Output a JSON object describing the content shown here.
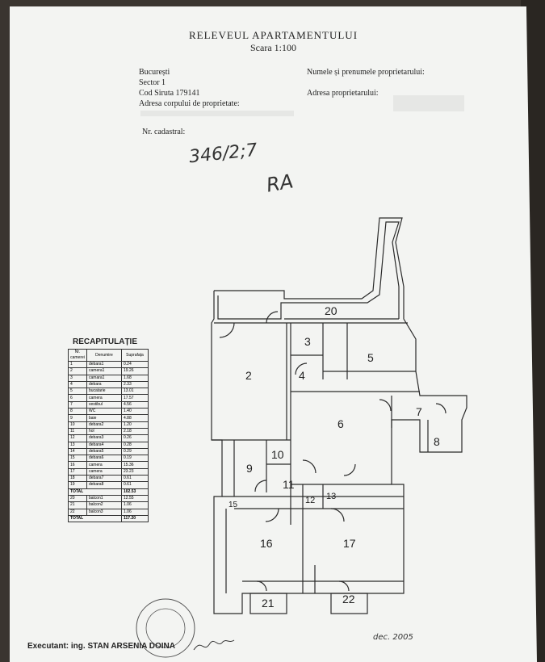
{
  "header": {
    "title": "RELEVEUL APARTAMENTULUI",
    "scale": "Scara 1:100",
    "city": "București",
    "sector": "Sector 1",
    "siruta": "Cod Siruta 179141",
    "building_address_label": "Adresa corpului de proprietate:",
    "cadastral_label": "Nr. cadastral:",
    "owner_name_label": "Numele și prenumele proprietarului:",
    "owner_address_label": "Adresa proprietarului:"
  },
  "handwritten": {
    "number": "346/2;7",
    "initials": "RA",
    "date": "dec. 2005"
  },
  "recap": {
    "title": "RECAPITULAȚIE",
    "headers": [
      "Nr. camerei",
      "Denumire",
      "Suprafața"
    ],
    "rows": [
      [
        "1",
        "debara1",
        "0.24"
      ],
      [
        "2",
        "camera1",
        "19.26"
      ],
      [
        "3",
        "camara1",
        "1.68"
      ],
      [
        "4",
        "debara",
        "2.33"
      ],
      [
        "5",
        "bucatarie",
        "13.01"
      ],
      [
        "6",
        "camera",
        "17.57"
      ],
      [
        "7",
        "vestibul",
        "4.56"
      ],
      [
        "8",
        "WC",
        "1.40"
      ],
      [
        "9",
        "baie",
        "4.88"
      ],
      [
        "10",
        "debara2",
        "1.20"
      ],
      [
        "11",
        "hol",
        "2.18"
      ],
      [
        "12",
        "debara3",
        "0.26"
      ],
      [
        "13",
        "debara4",
        "0.28"
      ],
      [
        "14",
        "debara5",
        "0.29"
      ],
      [
        "15",
        "debara6",
        "0.19"
      ],
      [
        "16",
        "camera",
        "15.36"
      ],
      [
        "17",
        "camera",
        "23.23"
      ],
      [
        "18",
        "debara7",
        "0.61"
      ],
      [
        "19",
        "debara8",
        "0.61"
      ]
    ],
    "total1_label": "TOTAL",
    "total1_value": "102.53",
    "balcony_rows": [
      [
        "20",
        "balcon1",
        "12.55"
      ],
      [
        "21",
        "balcon2",
        "1.06"
      ],
      [
        "22",
        "balcon3",
        "1.06"
      ]
    ],
    "total2_label": "TOTAL",
    "total2_value": "117.20"
  },
  "plan": {
    "rooms": [
      "2",
      "3",
      "4",
      "5",
      "6",
      "7",
      "8",
      "9",
      "10",
      "11",
      "12",
      "13",
      "15",
      "16",
      "17",
      "20",
      "21",
      "22"
    ]
  },
  "footer": {
    "executant": "Executant: ing. STAN ARSENIA DOINA"
  }
}
